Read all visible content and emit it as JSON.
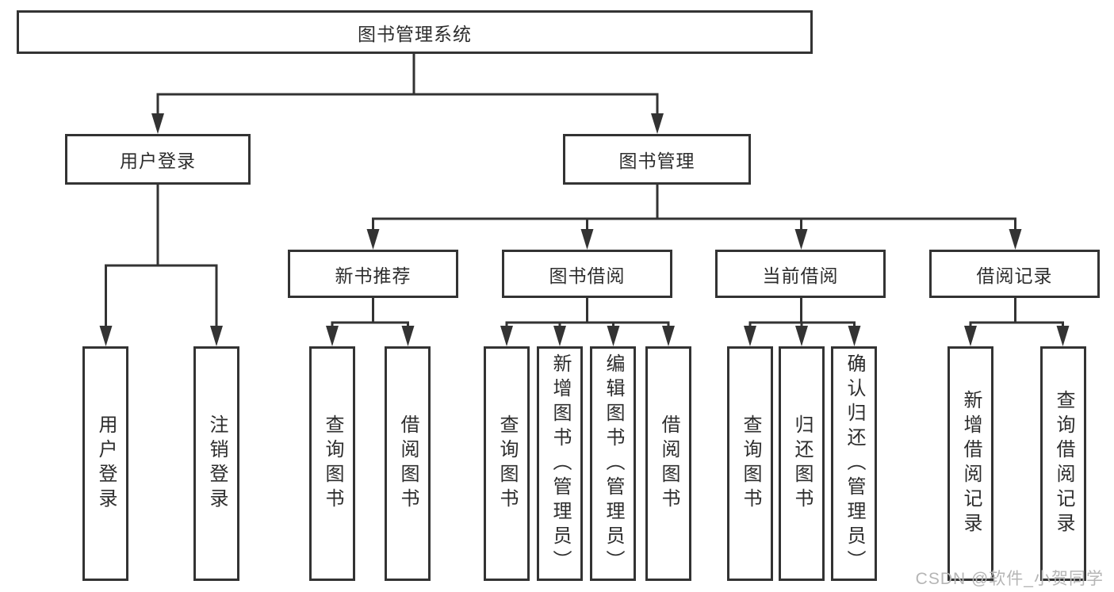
{
  "colors": {
    "line": "#333333",
    "border": "#333333",
    "text": "#2d2d2d",
    "watermark": "#b5b5b5",
    "background": "#ffffff"
  },
  "watermark": "CSDN @软件_小贺同学",
  "nodes": {
    "root": {
      "label": "图书管理系统"
    },
    "user_login": {
      "label": "用户登录"
    },
    "book_mgmt": {
      "label": "图书管理"
    },
    "new_book_rec": {
      "label": "新书推荐"
    },
    "book_borrow": {
      "label": "图书借阅"
    },
    "current_borrow": {
      "label": "当前借阅"
    },
    "borrow_records": {
      "label": "借阅记录"
    },
    "leaf_login": {
      "label": "用户登录"
    },
    "leaf_logout": {
      "label": "注销登录"
    },
    "leaf_query_1": {
      "label": "查询图书"
    },
    "leaf_borrow_1": {
      "label": "借阅图书"
    },
    "leaf_query_2": {
      "label": "查询图书"
    },
    "leaf_add_book": {
      "label": "新增图书（管理员）"
    },
    "leaf_edit_book": {
      "label": "编辑图书（管理员）"
    },
    "leaf_borrow_2": {
      "label": "借阅图书"
    },
    "leaf_query_3": {
      "label": "查询图书"
    },
    "leaf_return": {
      "label": "归还图书"
    },
    "leaf_confirm": {
      "label": "确认归还（管理员）"
    },
    "leaf_add_record": {
      "label": "新增借阅记录"
    },
    "leaf_query_record": {
      "label": "查询借阅记录"
    }
  },
  "hierarchy": {
    "root": "图书管理系统",
    "children": [
      {
        "label": "用户登录",
        "children": [
          "用户登录",
          "注销登录"
        ]
      },
      {
        "label": "图书管理",
        "children": [
          {
            "label": "新书推荐",
            "children": [
              "查询图书",
              "借阅图书"
            ]
          },
          {
            "label": "图书借阅",
            "children": [
              "查询图书",
              "新增图书（管理员）",
              "编辑图书（管理员）",
              "借阅图书"
            ]
          },
          {
            "label": "当前借阅",
            "children": [
              "查询图书",
              "归还图书",
              "确认归还（管理员）"
            ]
          },
          {
            "label": "借阅记录",
            "children": [
              "新增借阅记录",
              "查询借阅记录"
            ]
          }
        ]
      }
    ]
  }
}
